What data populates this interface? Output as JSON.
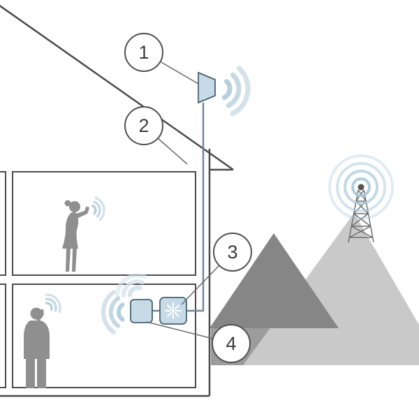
{
  "diagram": {
    "type": "illustration",
    "callouts": [
      {
        "label": "1"
      },
      {
        "label": "2"
      },
      {
        "label": "3"
      },
      {
        "label": "4"
      }
    ]
  },
  "colors": {
    "outline": "#4c4c4c",
    "silhouette": "#8f8f8f",
    "signal_strong": "#b7cfdc",
    "signal_light": "#d6e4ec",
    "device_fill": "#c6dbe7",
    "device_stroke": "#47626e",
    "cable": "#6d8897",
    "mountain_dark": "#868686",
    "mountain_light": "#c9c9c9",
    "mountain_band": "#9c9c9c",
    "tower": "#6f6f6f",
    "ring": "#a5c9da"
  },
  "icons": [
    "outdoor-antenna-icon",
    "signal-waves-icon",
    "booster-unit-icon",
    "indoor-antenna-icon",
    "cell-tower-icon",
    "person-woman-icon",
    "person-man-icon"
  ]
}
